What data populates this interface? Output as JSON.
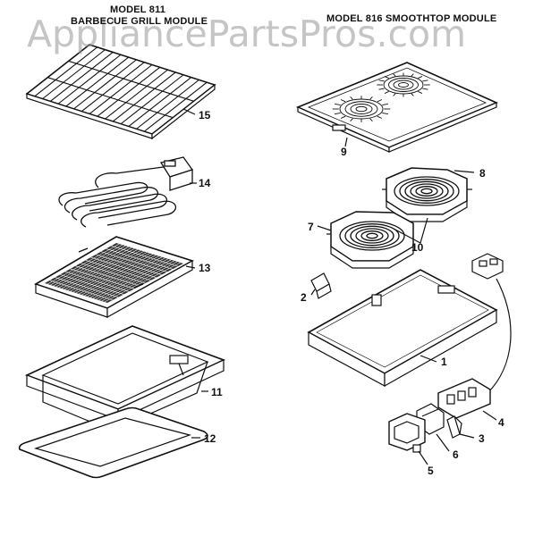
{
  "headers": {
    "left_model": "MODEL 811",
    "left_title": "BARBECUE GRILL MODULE",
    "right_title": "MODEL 816 SMOOTHTOP MODULE"
  },
  "watermark": "AppliancePartsPros.com",
  "callouts": {
    "p1": "1",
    "p2": "2",
    "p3": "3",
    "p4": "4",
    "p5": "5",
    "p6": "6",
    "p7": "7",
    "p8": "8",
    "p9": "9",
    "p10": "10",
    "p11": "11",
    "p12": "12",
    "p13": "13",
    "p14": "14",
    "p15": "15"
  },
  "colors": {
    "ink": "#111111",
    "watermark": "#969696"
  }
}
